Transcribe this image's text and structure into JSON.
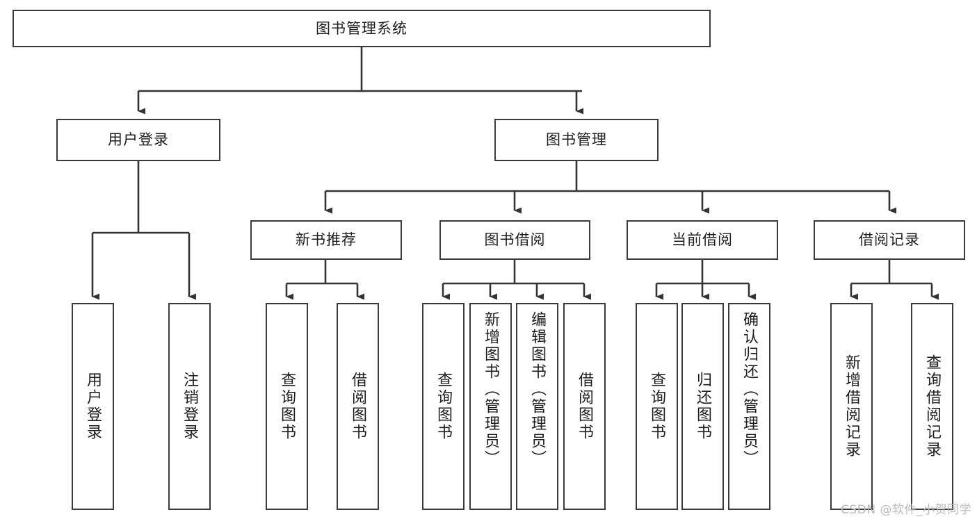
{
  "diagram": {
    "type": "tree",
    "title": "图书管理系统",
    "watermark": "CSDN @软件_小贺同学",
    "colors": {
      "box_border": "#3a3a3a",
      "box_fill": "#ffffff",
      "connector": "#333333",
      "watermark": "#b9b9b9"
    },
    "nodes": {
      "root": {
        "label": "图书管理系统"
      },
      "user_login": {
        "label": "用户登录"
      },
      "book_manage": {
        "label": "图书管理"
      },
      "new_book_rec": {
        "label": "新书推荐"
      },
      "book_borrow": {
        "label": "图书借阅"
      },
      "current_borrow": {
        "label": "当前借阅"
      },
      "borrow_record": {
        "label": "借阅记录"
      },
      "leaf_user_login": {
        "label": "用户登录"
      },
      "leaf_user_logout": {
        "label": "注销登录"
      },
      "leaf_query_book_a": {
        "label": "查询图书"
      },
      "leaf_borrow_book_a": {
        "label": "借阅图书"
      },
      "leaf_query_book_b": {
        "label": "查询图书"
      },
      "leaf_add_book": {
        "label": "新增图书（管理员）"
      },
      "leaf_edit_book": {
        "label": "编辑图书（管理员）"
      },
      "leaf_borrow_book_b": {
        "label": "借阅图书"
      },
      "leaf_query_book_c": {
        "label": "查询图书"
      },
      "leaf_return_book": {
        "label": "归还图书"
      },
      "leaf_confirm_return": {
        "label": "确认归还（管理员）"
      },
      "leaf_add_record": {
        "label": "新增借阅记录"
      },
      "leaf_query_record": {
        "label": "查询借阅记录"
      }
    },
    "edges": [
      {
        "from": "root",
        "to": "user_login"
      },
      {
        "from": "root",
        "to": "book_manage"
      },
      {
        "from": "user_login",
        "to": "leaf_user_login"
      },
      {
        "from": "user_login",
        "to": "leaf_user_logout"
      },
      {
        "from": "book_manage",
        "to": "new_book_rec"
      },
      {
        "from": "book_manage",
        "to": "book_borrow"
      },
      {
        "from": "book_manage",
        "to": "current_borrow"
      },
      {
        "from": "book_manage",
        "to": "borrow_record"
      },
      {
        "from": "new_book_rec",
        "to": "leaf_query_book_a"
      },
      {
        "from": "new_book_rec",
        "to": "leaf_borrow_book_a"
      },
      {
        "from": "book_borrow",
        "to": "leaf_query_book_b"
      },
      {
        "from": "book_borrow",
        "to": "leaf_add_book"
      },
      {
        "from": "book_borrow",
        "to": "leaf_edit_book"
      },
      {
        "from": "book_borrow",
        "to": "leaf_borrow_book_b"
      },
      {
        "from": "current_borrow",
        "to": "leaf_query_book_c"
      },
      {
        "from": "current_borrow",
        "to": "leaf_return_book"
      },
      {
        "from": "current_borrow",
        "to": "leaf_confirm_return"
      },
      {
        "from": "borrow_record",
        "to": "leaf_add_record"
      },
      {
        "from": "borrow_record",
        "to": "leaf_query_record"
      }
    ]
  }
}
